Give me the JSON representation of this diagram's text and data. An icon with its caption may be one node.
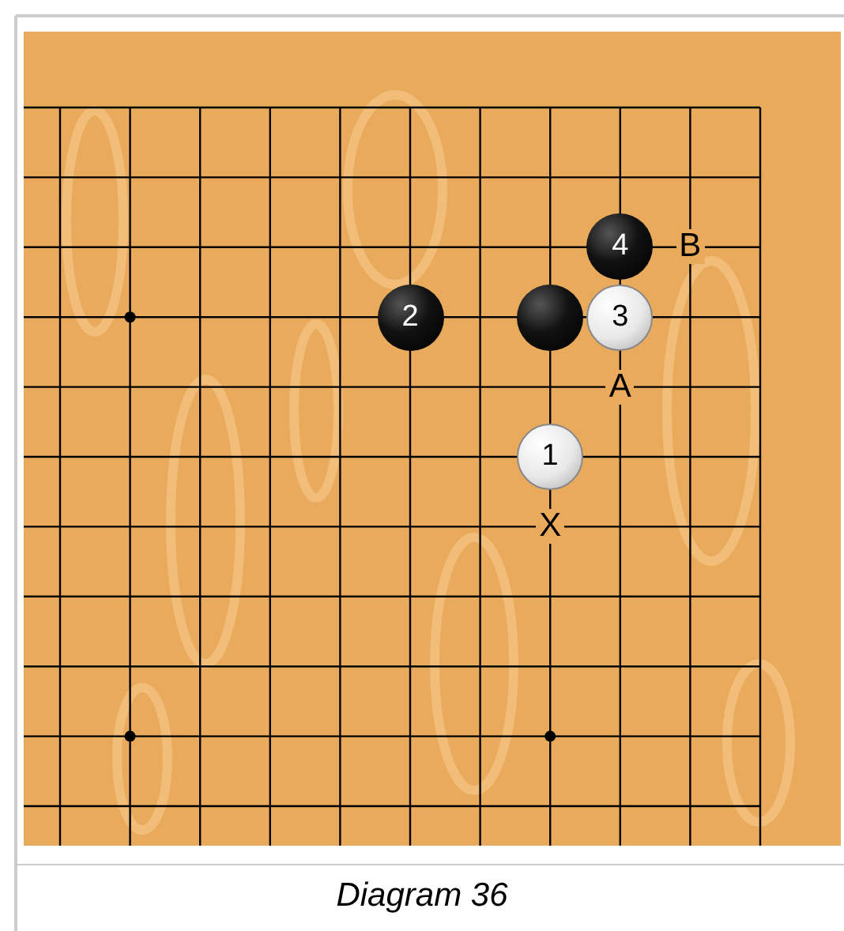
{
  "diagram": {
    "caption": "Diagram 36",
    "nodes": [
      {
        "text": [
          "4"
        ]
      },
      {
        "text": [
          "2"
        ]
      },
      {
        "text": [],
        "shape": "circle"
      },
      {
        "text": [
          "3"
        ]
      },
      {
        "text": [
          "1"
        ]
      }
    ],
    "labels": [
      "B",
      "A",
      "X"
    ]
  }
}
